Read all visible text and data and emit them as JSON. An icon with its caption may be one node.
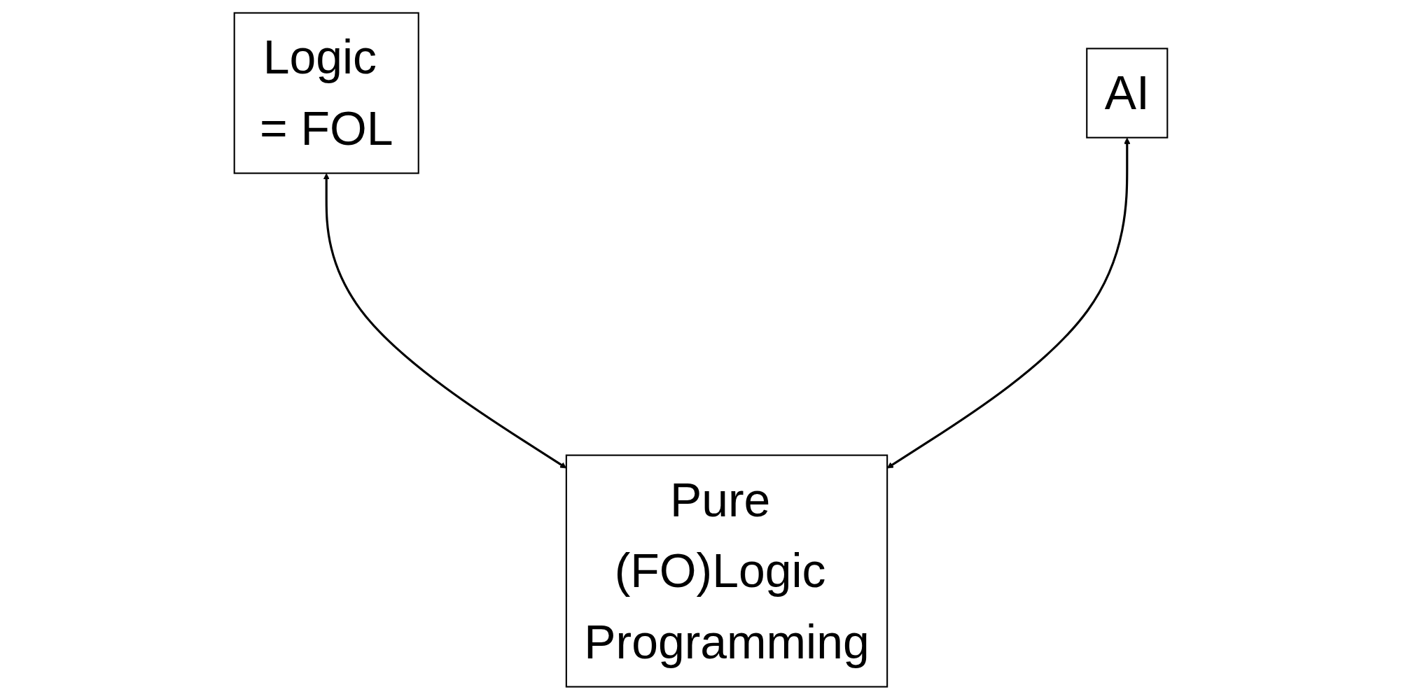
{
  "diagram": {
    "nodes": [
      {
        "text": [
          "Logic = FOL"
        ]
      },
      {
        "text": [
          "AI"
        ]
      },
      {
        "text": [
          "Pure (FO)Logic Programming"
        ]
      }
    ],
    "edges": [
      {
        "from": 0,
        "to": 2,
        "arrow": "both"
      },
      {
        "from": 1,
        "to": 2,
        "arrow": "both"
      }
    ]
  }
}
